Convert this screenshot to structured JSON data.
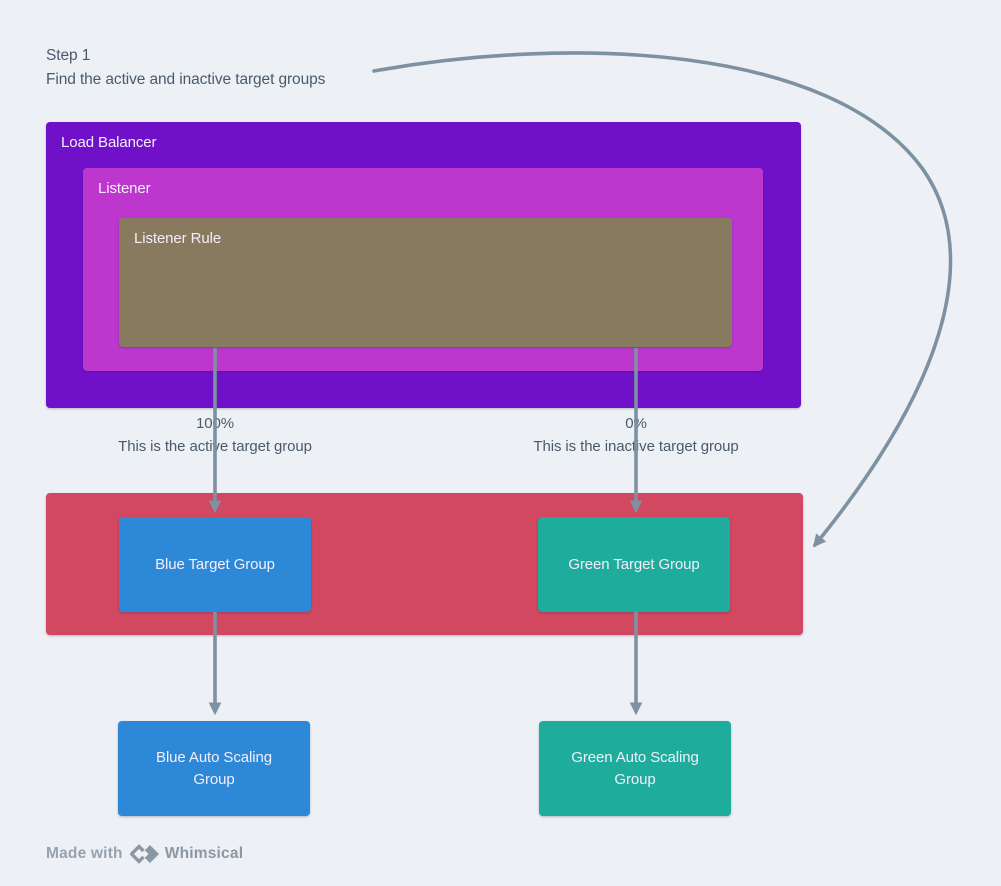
{
  "header": {
    "step": "Step 1",
    "subtitle": "Find the active and inactive target groups"
  },
  "diagram": {
    "load_balancer": {
      "label": "Load Balancer",
      "color": "#7011c9"
    },
    "listener": {
      "label": "Listener",
      "color": "#bd37cf"
    },
    "listener_rule": {
      "label": "Listener Rule",
      "color": "#877a5e"
    },
    "target_group_container": {
      "color": "#d24860"
    },
    "annotations": {
      "active_percent": "100%",
      "active_caption": "This is the active target group",
      "inactive_percent": "0%",
      "inactive_caption": "This is the inactive target group"
    },
    "nodes": {
      "blue_target_group": "Blue Target Group",
      "green_target_group": "Green Target Group",
      "blue_auto_scaling_group": "Blue Auto Scaling Group",
      "green_auto_scaling_group": "Green Auto Scaling Group"
    }
  },
  "footer": {
    "made_with": "Made with",
    "brand": "Whimsical"
  },
  "colors": {
    "background": "#edf1f6",
    "arrow": "#7d91a1",
    "heading": "#4a5a6b",
    "label": "#f3eefa",
    "purple": "#7011c9",
    "magenta": "#bd37cf",
    "brown": "#877a5e",
    "red": "#d24860",
    "blue": "#2d89d8",
    "teal": "#1ead9d",
    "footer_text": "#96a2af",
    "footer_brand": "#8b97a4"
  }
}
